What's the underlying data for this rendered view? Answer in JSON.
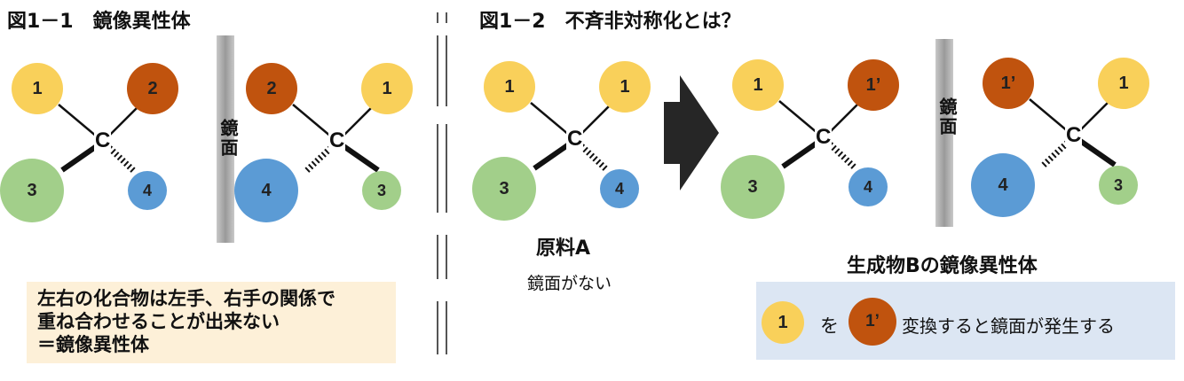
{
  "fig1": {
    "title": "図1－1　鏡像異性体",
    "mirror_label": "鏡面",
    "note_lines": [
      "左右の化合物は左手、右手の関係で",
      "重ね合わせることが出来ない",
      "＝鏡像異性体"
    ]
  },
  "fig2": {
    "title": "図1－2　不斉非対称化とは？",
    "mirror_label": "鏡面",
    "material_label": "原料A",
    "no_mirror_label": "鏡面がない",
    "product_label": "生成物Bの鏡像異性体",
    "legend": {
      "from": "1",
      "particle": "を",
      "to": "1’",
      "text": "変換すると鏡面が発生する"
    }
  },
  "center_atom": "C",
  "colors": {
    "yellow": "#f9d05a",
    "orange": "#c0530e",
    "green": "#a2cf8a",
    "blue": "#5b9bd5"
  },
  "molecules": [
    {
      "name": "enantiomer-left",
      "tl": "1",
      "tr": "2",
      "bl": "3",
      "br": "4"
    },
    {
      "name": "enantiomer-right",
      "tl": "2",
      "tr": "1",
      "bl": "4",
      "br": "3"
    },
    {
      "name": "material-a",
      "tl": "1",
      "tr": "1",
      "bl": "3",
      "br": "4"
    },
    {
      "name": "product-b-left",
      "tl": "1",
      "tr": "1’",
      "bl": "3",
      "br": "4"
    },
    {
      "name": "product-b-right",
      "tl": "1’",
      "tr": "1",
      "bl": "4",
      "br": "3"
    }
  ]
}
